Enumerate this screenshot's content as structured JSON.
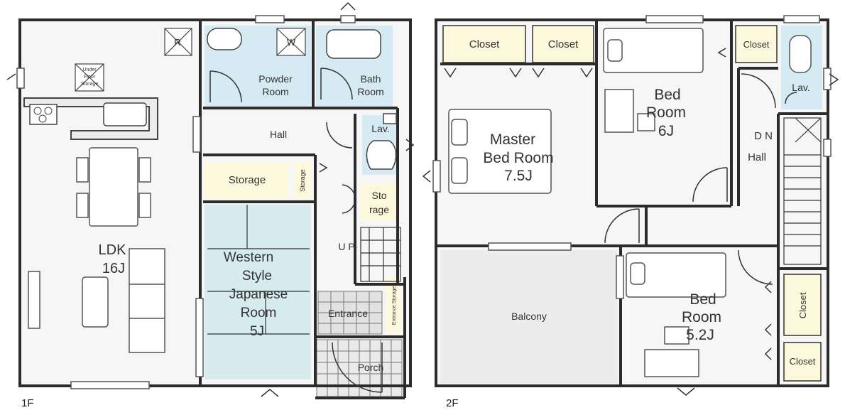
{
  "floor1": {
    "floor_label": "1F",
    "rooms": {
      "ldk": [
        "LDK",
        "16J"
      ],
      "r_mark": "R",
      "w_mark": "W",
      "underfloor": [
        "Under",
        "Floor",
        "Storage"
      ],
      "powder": [
        "Powder",
        "Room"
      ],
      "bath": [
        "Bath",
        "Room"
      ],
      "hall": "Hall",
      "lav": "Lav.",
      "storage": "Storage",
      "storage_small": "Storage",
      "sto_rage": [
        "Sto",
        "rage"
      ],
      "japanese": [
        "Western",
        "Style",
        "Japanese",
        "Room",
        "5J"
      ],
      "up": "U P",
      "entrance": "Entrance",
      "entrance_storage": "Entrance Storage",
      "porch": "Porch"
    }
  },
  "floor2": {
    "floor_label": "2F",
    "rooms": {
      "closet_a": "Closet",
      "closet_b": "Closet",
      "closet_c": "Closet",
      "closet_d": "Closet",
      "closet_e": "Closet",
      "master": [
        "Master",
        "Bed Room",
        "7.5J"
      ],
      "bed_6": [
        "Bed",
        "Room",
        "6J"
      ],
      "lav": "Lav.",
      "dn": "D N",
      "hall": "Hall",
      "balcony": "Balcony",
      "bed_52": [
        "Bed",
        "Room",
        "5.2J"
      ]
    }
  },
  "colors": {
    "wall": "#2b2b2b",
    "wet_area": "#d5eaf2",
    "tatami": "#d6ecec",
    "closet": "#fbf8dc",
    "floor": "#f6f6f6",
    "balcony": "#ececec"
  }
}
